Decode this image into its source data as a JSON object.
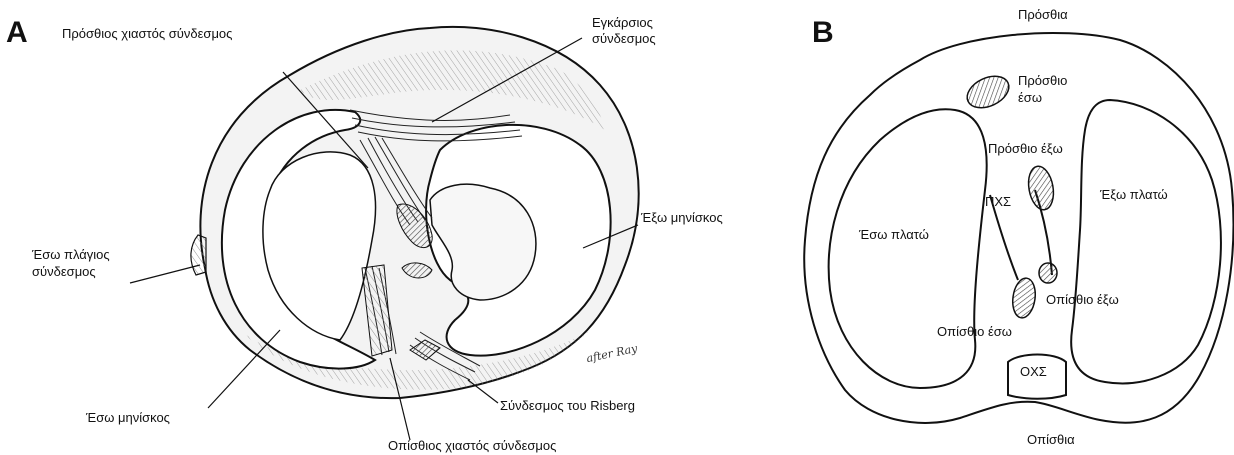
{
  "panel_a": {
    "letter": "A",
    "labels": {
      "acl": "Πρόσθιος χιαστός σύνδεσμος",
      "transverse_1": "Εγκάρσιος",
      "transverse_2": "σύνδεσμος",
      "lateral_meniscus": "Έξω μηνίσκος",
      "mcl_1": "Έσω πλάγιος",
      "mcl_2": "σύνδεσμος",
      "medial_meniscus": "Έσω μηνίσκος",
      "risberg": "Σύνδεσμος του Risberg",
      "pcl": "Οπίσθιος χιαστός σύνδεσμος"
    },
    "artist_signature": "after Ray"
  },
  "panel_b": {
    "letter": "B",
    "labels": {
      "anterior": "Πρόσθια",
      "anterior_medial_1": "Πρόσθιο",
      "anterior_medial_2": "έσω",
      "anterior_lateral": "Πρόσθιο έξω",
      "acl_abbrev": "ΠΧΣ",
      "lateral_plateau": "Έξω πλατώ",
      "medial_plateau": "Έσω πλατώ",
      "posterior_lateral": "Οπίσθιο έξω",
      "posterior_medial": "Οπίσθιο έσω",
      "pcl_abbrev": "ΟΧΣ",
      "posterior": "Οπίσθια"
    }
  },
  "colors": {
    "ink": "#111111",
    "background": "#ffffff",
    "insertion_fill": "#8a8a8a"
  }
}
